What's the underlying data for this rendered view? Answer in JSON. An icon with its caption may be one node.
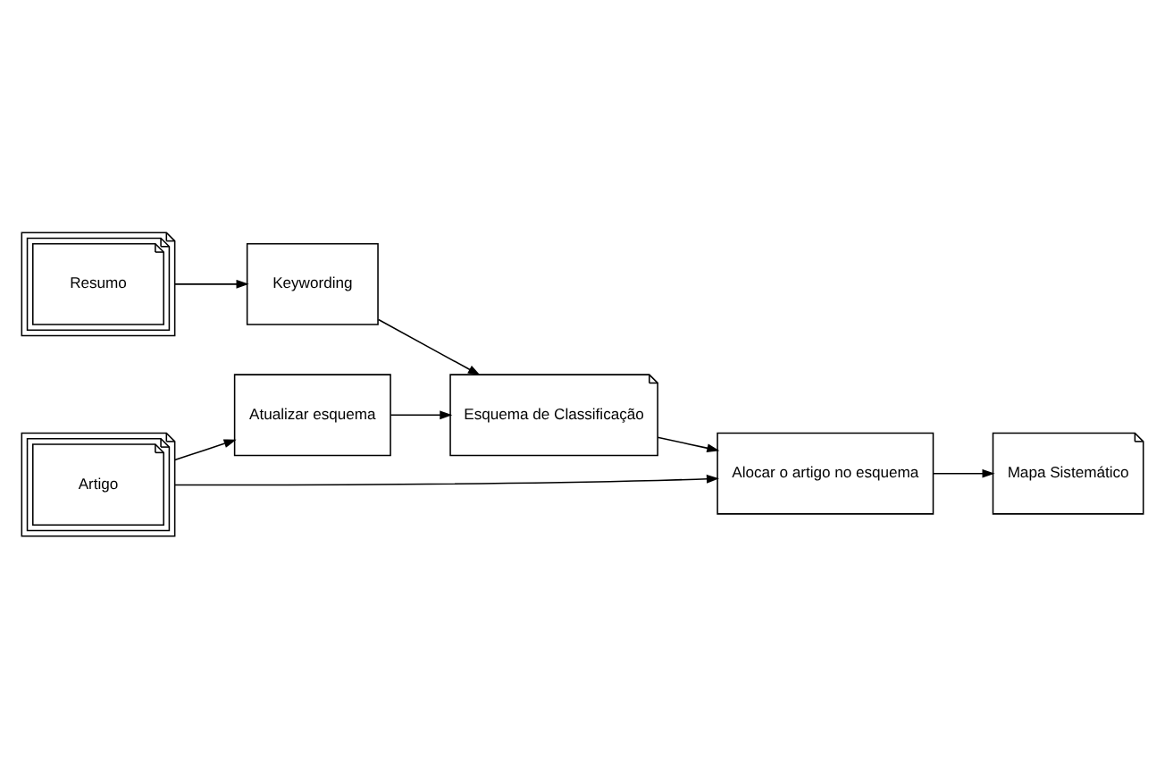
{
  "diagram": {
    "nodes": [
      {
        "text": [
          "Resumo"
        ]
      },
      {
        "text": [
          "Keywording"
        ]
      },
      {
        "text": [
          "Esquema de Classificação"
        ]
      },
      {
        "text": [
          "Atualizar esquema"
        ]
      },
      {
        "text": [
          "Artigo"
        ]
      },
      {
        "text": [
          "Alocar o artigo no esquema"
        ]
      },
      {
        "text": [
          "Mapa Sistemático"
        ]
      }
    ],
    "edges": [
      {
        "from": 0,
        "to": 1,
        "arrow": "to"
      },
      {
        "from": 1,
        "to": 2,
        "arrow": "to"
      },
      {
        "from": 3,
        "to": 2,
        "arrow": "to"
      },
      {
        "from": 4,
        "to": 3,
        "arrow": "to"
      },
      {
        "from": 2,
        "to": 5,
        "arrow": "to"
      },
      {
        "from": 4,
        "to": 5,
        "arrow": "to"
      },
      {
        "from": 5,
        "to": 6,
        "arrow": "to"
      }
    ]
  }
}
